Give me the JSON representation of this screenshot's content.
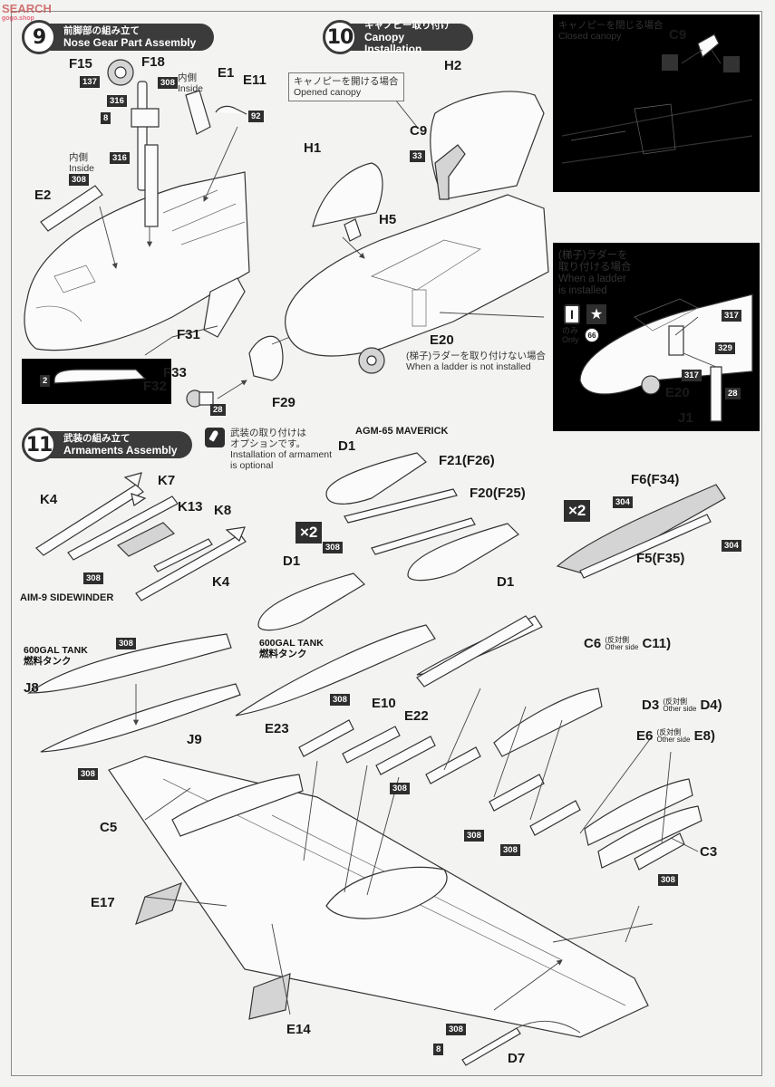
{
  "watermark": {
    "brand": "SEARCH",
    "site": "gogo.shop"
  },
  "step9": {
    "num": "9",
    "title_jp": "前脚部の組み立て",
    "title_en": "Nose Gear Part Assembly",
    "inside_jp": "内側",
    "inside_en": "Inside",
    "parts": [
      "F15",
      "F18",
      "E1",
      "E11",
      "E2",
      "F31",
      "F33",
      "F32",
      "F29"
    ],
    "paints": [
      "137",
      "316",
      "308",
      "8",
      "92",
      "316",
      "308",
      "2",
      "28"
    ]
  },
  "step10": {
    "num": "10",
    "title_jp": "キャノピー取り付け",
    "title_en": "Canopy Installation",
    "opened_jp": "キャノピーを開ける場合",
    "opened_en": "Opened canopy",
    "closed_jp": "キャノピーを閉じる場合",
    "closed_en": "Closed canopy",
    "ladder_jp1": "(梯子)ラダーを",
    "ladder_jp2": "取り付ける場合",
    "ladder_en1": "When a ladder",
    "ladder_en2": "is installed",
    "noladder_jp": "(梯子)ラダーを取り付けない場合",
    "noladder_en": "When a ladder is not installed",
    "only_jp": "のみ",
    "only_en": "Only",
    "parts": [
      "H2",
      "C9",
      "H1",
      "H5",
      "E20",
      "C9",
      "E20",
      "J1"
    ],
    "paints": [
      "33",
      "317",
      "329",
      "317",
      "28",
      "66"
    ]
  },
  "step11": {
    "num": "11",
    "title_jp": "武装の組み立て",
    "title_en": "Armaments Assembly",
    "option_jp1": "武装の取り付けは",
    "option_jp2": "オプションです。",
    "option_en1": "Installation of armament",
    "option_en2": "is optional",
    "maverick": "AGM-65 MAVERICK",
    "sidewinder": "AIM-9 SIDEWINDER",
    "tank_en": "600GAL TANK",
    "tank_jp": "燃料タンク",
    "other_jp": "反対側",
    "other_en": "Other side",
    "x2": "×2",
    "parts": {
      "K4a": "K4",
      "K7": "K7",
      "K13": "K13",
      "K8": "K8",
      "K4b": "K4",
      "D1a": "D1",
      "F21": "F21(F26)",
      "F20": "F20(F25)",
      "D1b": "D1",
      "D1c": "D1",
      "F6": "F6(F34)",
      "F5": "F5(F35)",
      "J8": "J8",
      "J9": "J9",
      "C6": "C6",
      "C11": "C11",
      "D3": "D3",
      "D4": "D4",
      "E6": "E6",
      "E8": "E8",
      "E23": "E23",
      "E10": "E10",
      "E22": "E22",
      "C5": "C5",
      "C3": "C3",
      "E17": "E17",
      "E14": "E14",
      "D7": "D7"
    },
    "paints": {
      "p308a": "308",
      "p308b": "308",
      "p304a": "304",
      "p304b": "304",
      "p308c": "308",
      "p308d": "308",
      "p308e": "308",
      "p308f": "308",
      "p308g": "308",
      "p308h": "308",
      "p308i": "308",
      "p308j": "308",
      "p8": "8"
    }
  }
}
